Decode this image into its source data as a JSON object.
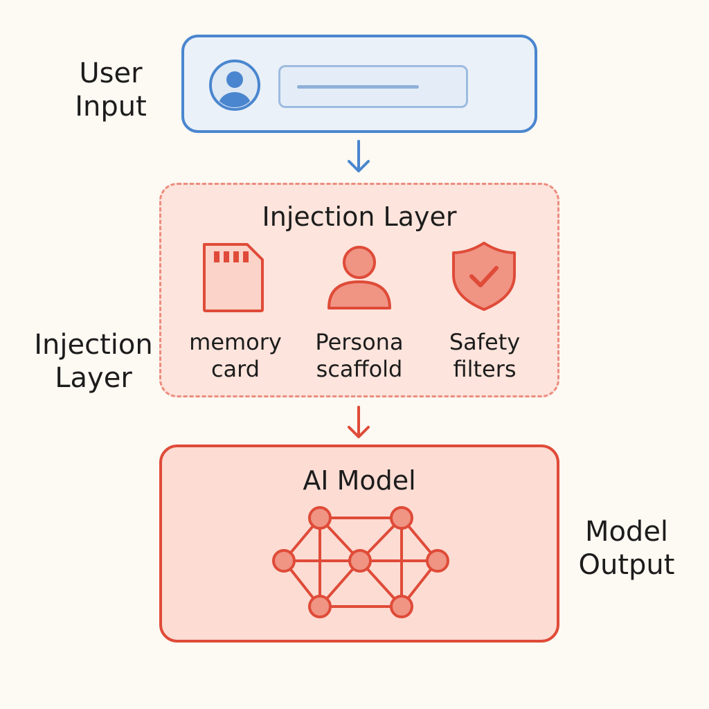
{
  "labels": {
    "user_input": [
      "User",
      "Input"
    ],
    "injection_layer": [
      "Injection",
      "Layer"
    ],
    "model_output": [
      "Model",
      "Output"
    ]
  },
  "injection_box": {
    "title": "Injection Layer",
    "items": [
      {
        "label": [
          "memory",
          "card"
        ],
        "icon": "memory-card-icon"
      },
      {
        "label": [
          "Persona",
          "scaffold"
        ],
        "icon": "person-icon"
      },
      {
        "label": [
          "Safety",
          "filters"
        ],
        "icon": "shield-check-icon"
      }
    ]
  },
  "model_box": {
    "title": "AI Model",
    "icon": "neural-network-icon"
  },
  "colors": {
    "blue": "#4a86cf",
    "red": "#df4b38",
    "node_fill": "#f09484",
    "background": "#fdf9f3"
  }
}
